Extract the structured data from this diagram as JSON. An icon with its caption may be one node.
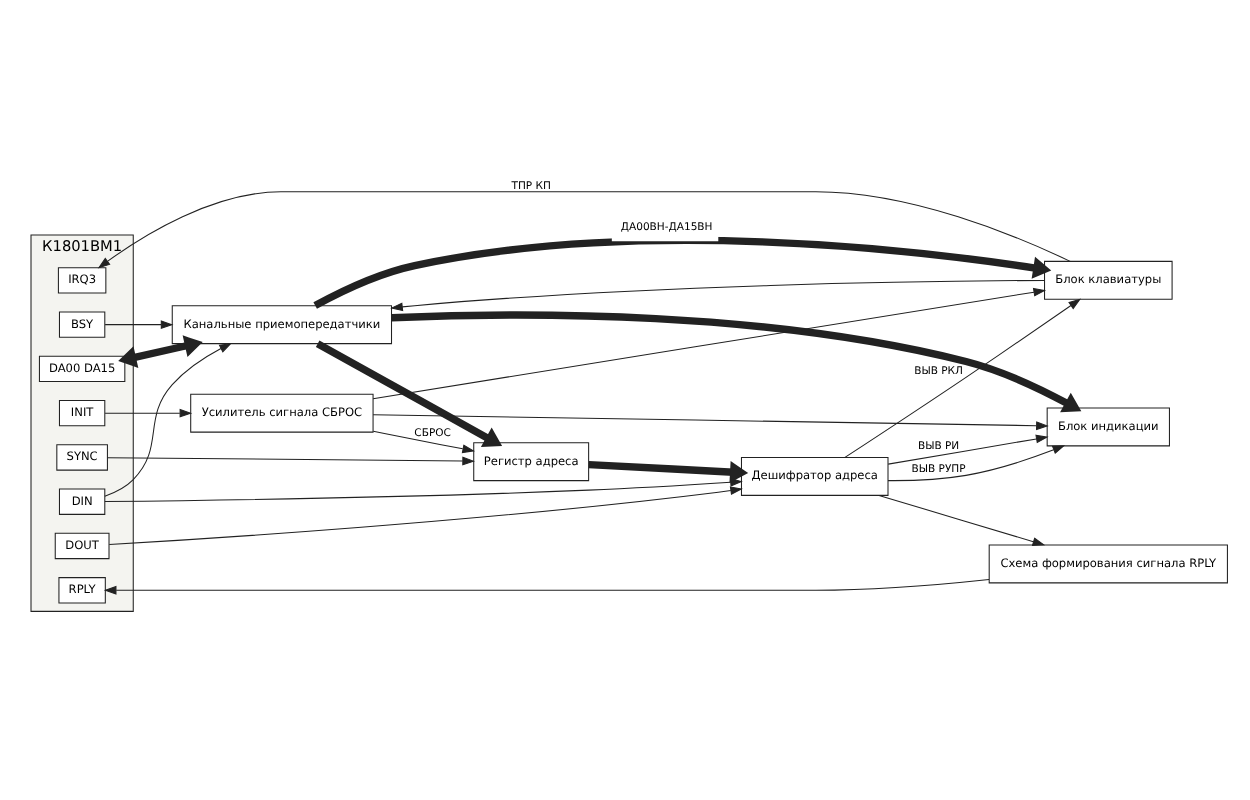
{
  "diagram": {
    "nodes": [
      {
        "text": [
          "К1801ВМ1"
        ]
      },
      {
        "text": [
          "IRQ3"
        ],
        "in": 0
      },
      {
        "text": [
          "RPLY"
        ],
        "in": 0
      },
      {
        "text": [
          "DA00 DA15"
        ],
        "in": 0
      },
      {
        "text": [
          "BSY"
        ],
        "in": 0
      },
      {
        "text": [
          "DIN"
        ],
        "in": 0
      },
      {
        "text": [
          "DOUT"
        ],
        "in": 0
      },
      {
        "text": [
          "SYNC"
        ],
        "in": 0
      },
      {
        "text": [
          "INIT"
        ],
        "in": 0
      },
      {
        "text": [
          "Канальные приемопередатчики"
        ]
      },
      {
        "text": [
          "Регистр адреса"
        ]
      },
      {
        "text": [
          "Дешифратор адреса"
        ]
      },
      {
        "text": [
          "Блок клавиатуры"
        ]
      },
      {
        "text": [
          "Усилитель сигнала СБРОС"
        ]
      },
      {
        "text": [
          "Схема формирования сигнала RPLY"
        ]
      },
      {
        "text": [
          "Блок индикации"
        ]
      }
    ],
    "edges": [
      {
        "from": 3,
        "to": 9,
        "arrow": "both",
        "style": "thick"
      },
      {
        "from": 4,
        "to": 9,
        "arrow": "to"
      },
      {
        "from": 5,
        "to": 9,
        "arrow": "to"
      },
      {
        "from": 5,
        "to": 11,
        "arrow": "to"
      },
      {
        "from": 6,
        "to": 11,
        "arrow": "to"
      },
      {
        "from": 7,
        "to": 10,
        "arrow": "to"
      },
      {
        "from": 9,
        "to": 10,
        "arrow": "to",
        "style": "thick"
      },
      {
        "from": 10,
        "to": 11,
        "arrow": "to",
        "style": "thick"
      },
      {
        "from": 9,
        "to": 12,
        "label": "ДА00ВН-ДА15ВН",
        "arrow": "to",
        "style": "thick"
      },
      {
        "from": 9,
        "to": 15,
        "arrow": "to",
        "style": "thick"
      },
      {
        "from": 8,
        "to": 13,
        "arrow": "to"
      },
      {
        "from": 13,
        "to": 10,
        "label": "СБРОС",
        "arrow": "to"
      },
      {
        "from": 13,
        "to": 12,
        "arrow": "to"
      },
      {
        "from": 13,
        "to": 15,
        "arrow": "to"
      },
      {
        "from": 11,
        "to": 14,
        "arrow": "to"
      },
      {
        "from": 14,
        "to": 2,
        "arrow": "to"
      },
      {
        "from": 12,
        "to": 1,
        "label": "ТПР КП",
        "arrow": "to"
      },
      {
        "from": 12,
        "to": 9,
        "arrow": "to"
      },
      {
        "from": 11,
        "to": 15,
        "label": "ВЫВ РИ",
        "arrow": "to"
      },
      {
        "from": 11,
        "to": 15,
        "label": "ВЫВ РУПР",
        "arrow": "to"
      },
      {
        "from": 11,
        "to": 12,
        "label": "ВЫВ РКЛ",
        "arrow": "to"
      }
    ]
  }
}
